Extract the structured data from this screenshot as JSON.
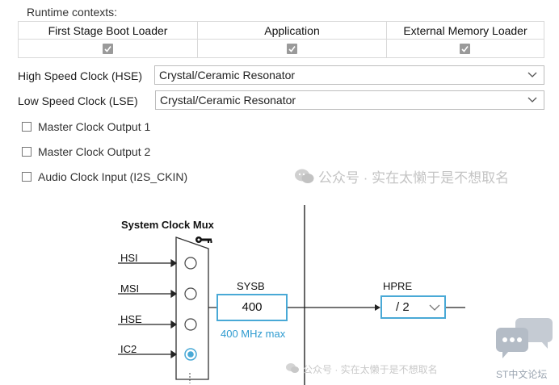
{
  "runtime": {
    "title": "Runtime contexts:",
    "columns": [
      {
        "label": "First Stage Boot Loader",
        "checked": true
      },
      {
        "label": "Application",
        "checked": true
      },
      {
        "label": "External Memory Loader",
        "checked": true
      }
    ]
  },
  "clocks": {
    "hse": {
      "label": "High Speed Clock (HSE)",
      "value": "Crystal/Ceramic Resonator"
    },
    "lse": {
      "label": "Low Speed Clock (LSE)",
      "value": "Crystal/Ceramic Resonator"
    }
  },
  "options": [
    {
      "label": "Master Clock Output 1",
      "checked": false
    },
    {
      "label": "Master Clock Output 2",
      "checked": false
    },
    {
      "label": "Audio Clock Input (I2S_CKIN)",
      "checked": false
    }
  ],
  "watermark": {
    "main": "公众号 · 实在太懒于是不想取名",
    "bottom": "公众号 · 实在太懒于是不想取名",
    "logo_text": "ST中文论坛"
  },
  "diagram": {
    "mux_title": "System Clock Mux",
    "inputs": [
      {
        "label": "HSI",
        "selected": false
      },
      {
        "label": "MSI",
        "selected": false
      },
      {
        "label": "HSE",
        "selected": false
      },
      {
        "label": "IC2",
        "selected": true
      }
    ],
    "sysb": {
      "label": "SYSB",
      "value": "400",
      "note": "400 MHz max"
    },
    "hpre": {
      "label": "HPRE",
      "value": "/ 2"
    },
    "colors": {
      "accent": "#49a9d6",
      "note": "#2e9bd0",
      "checkbox": "#9a9a9a"
    }
  }
}
